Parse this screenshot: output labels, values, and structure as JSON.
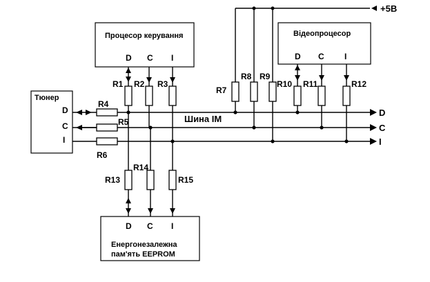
{
  "blocks": {
    "control_cpu": "Процесор керування",
    "video_cpu": "Відеопроцесор",
    "tuner": "Тюнер",
    "eeprom_line1": "Енергонезалежна",
    "eeprom_line2": "пам'ять  EEPROM"
  },
  "pins": {
    "control_cpu": [
      "D",
      "C",
      "I"
    ],
    "video_cpu": [
      "D",
      "C",
      "I"
    ],
    "tuner": [
      "D",
      "C",
      "I"
    ],
    "eeprom": [
      "D",
      "C",
      "I"
    ]
  },
  "bus": {
    "name": "Шина IM",
    "outputs": [
      "D",
      "C",
      "I"
    ]
  },
  "supply": "+5В",
  "resistors": [
    "R1",
    "R2",
    "R3",
    "R4",
    "R5",
    "R6",
    "R7",
    "R8",
    "R9",
    "R10",
    "R11",
    "R12",
    "R13",
    "R14",
    "R15"
  ]
}
